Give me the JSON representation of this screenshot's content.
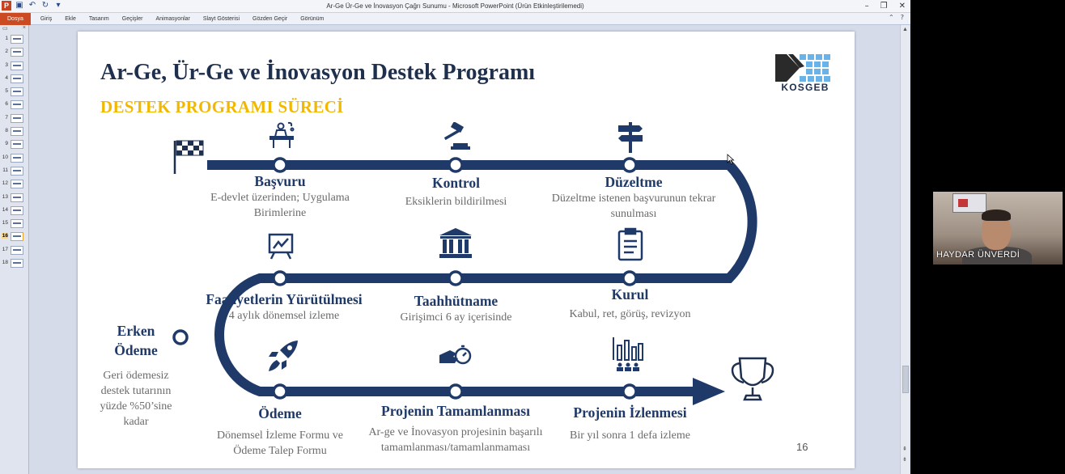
{
  "window": {
    "title": "Ar-Ge Ür-Ge ve İnovasyon Çağrı Sunumu  -  Microsoft PowerPoint (Ürün Etkinleştirilemedi)",
    "app_icon": "P",
    "controls": {
      "minimize": "–",
      "maximize": "❐",
      "close": "✕"
    }
  },
  "ribbon": {
    "tabs": [
      "Dosya",
      "Giriş",
      "Ekle",
      "Tasarım",
      "Geçişler",
      "Animasyonlar",
      "Slayt Gösterisi",
      "Gözden Geçir",
      "Görünüm"
    ],
    "active_tab": "Dosya",
    "right_icons": [
      "chevron-up-icon",
      "help-icon"
    ]
  },
  "thumbnails": {
    "slides": [
      "1",
      "2",
      "3",
      "4",
      "5",
      "6",
      "7",
      "8",
      "9",
      "10",
      "11",
      "12",
      "13",
      "14",
      "15",
      "16",
      "17",
      "18"
    ],
    "active": "16"
  },
  "slide": {
    "title": "Ar-Ge, Ür-Ge ve İnovasyon Destek Programı",
    "subtitle": "DESTEK PROGRAMI SÜRECİ",
    "logo_text": "KOSGEB",
    "number": "16",
    "steps": {
      "basvuru": {
        "title": "Başvuru",
        "desc": "E-devlet üzerinden; Uygulama Birimlerine"
      },
      "kontrol": {
        "title": "Kontrol",
        "desc": "Eksiklerin bildirilmesi"
      },
      "duzeltme": {
        "title": "Düzeltme",
        "desc": "Düzeltme istenen başvurunun tekrar sunulması"
      },
      "faaliyet": {
        "title": "Faaliyetlerin Yürütülmesi",
        "desc": "4 aylık dönemsel izleme"
      },
      "taahhut": {
        "title": "Taahhütname",
        "desc": "Girişimci 6 ay içerisinde"
      },
      "kurul": {
        "title": "Kurul",
        "desc": "Kabul, ret, görüş, revizyon"
      },
      "erken": {
        "title": "Erken Ödeme",
        "desc": "Geri ödemesiz destek tutarının yüzde %50’sine kadar"
      },
      "odeme": {
        "title": "Ödeme",
        "desc": "Dönemsel İzleme Formu ve Ödeme Talep Formu"
      },
      "tamam": {
        "title": "Projenin Tamamlanması",
        "desc": "Ar-ge ve İnovasyon projesinin başarılı tamamlanması/tamamlanmaması"
      },
      "izlenme": {
        "title": "Projenin İzlenmesi",
        "desc": "Bir yıl sonra 1 defa izleme"
      }
    },
    "colors": {
      "road": "#1f3a68",
      "title": "#1f2f4e",
      "subtitle": "#f2b800"
    }
  },
  "webcam": {
    "name": "HAYDAR ÜNVERDİ"
  }
}
